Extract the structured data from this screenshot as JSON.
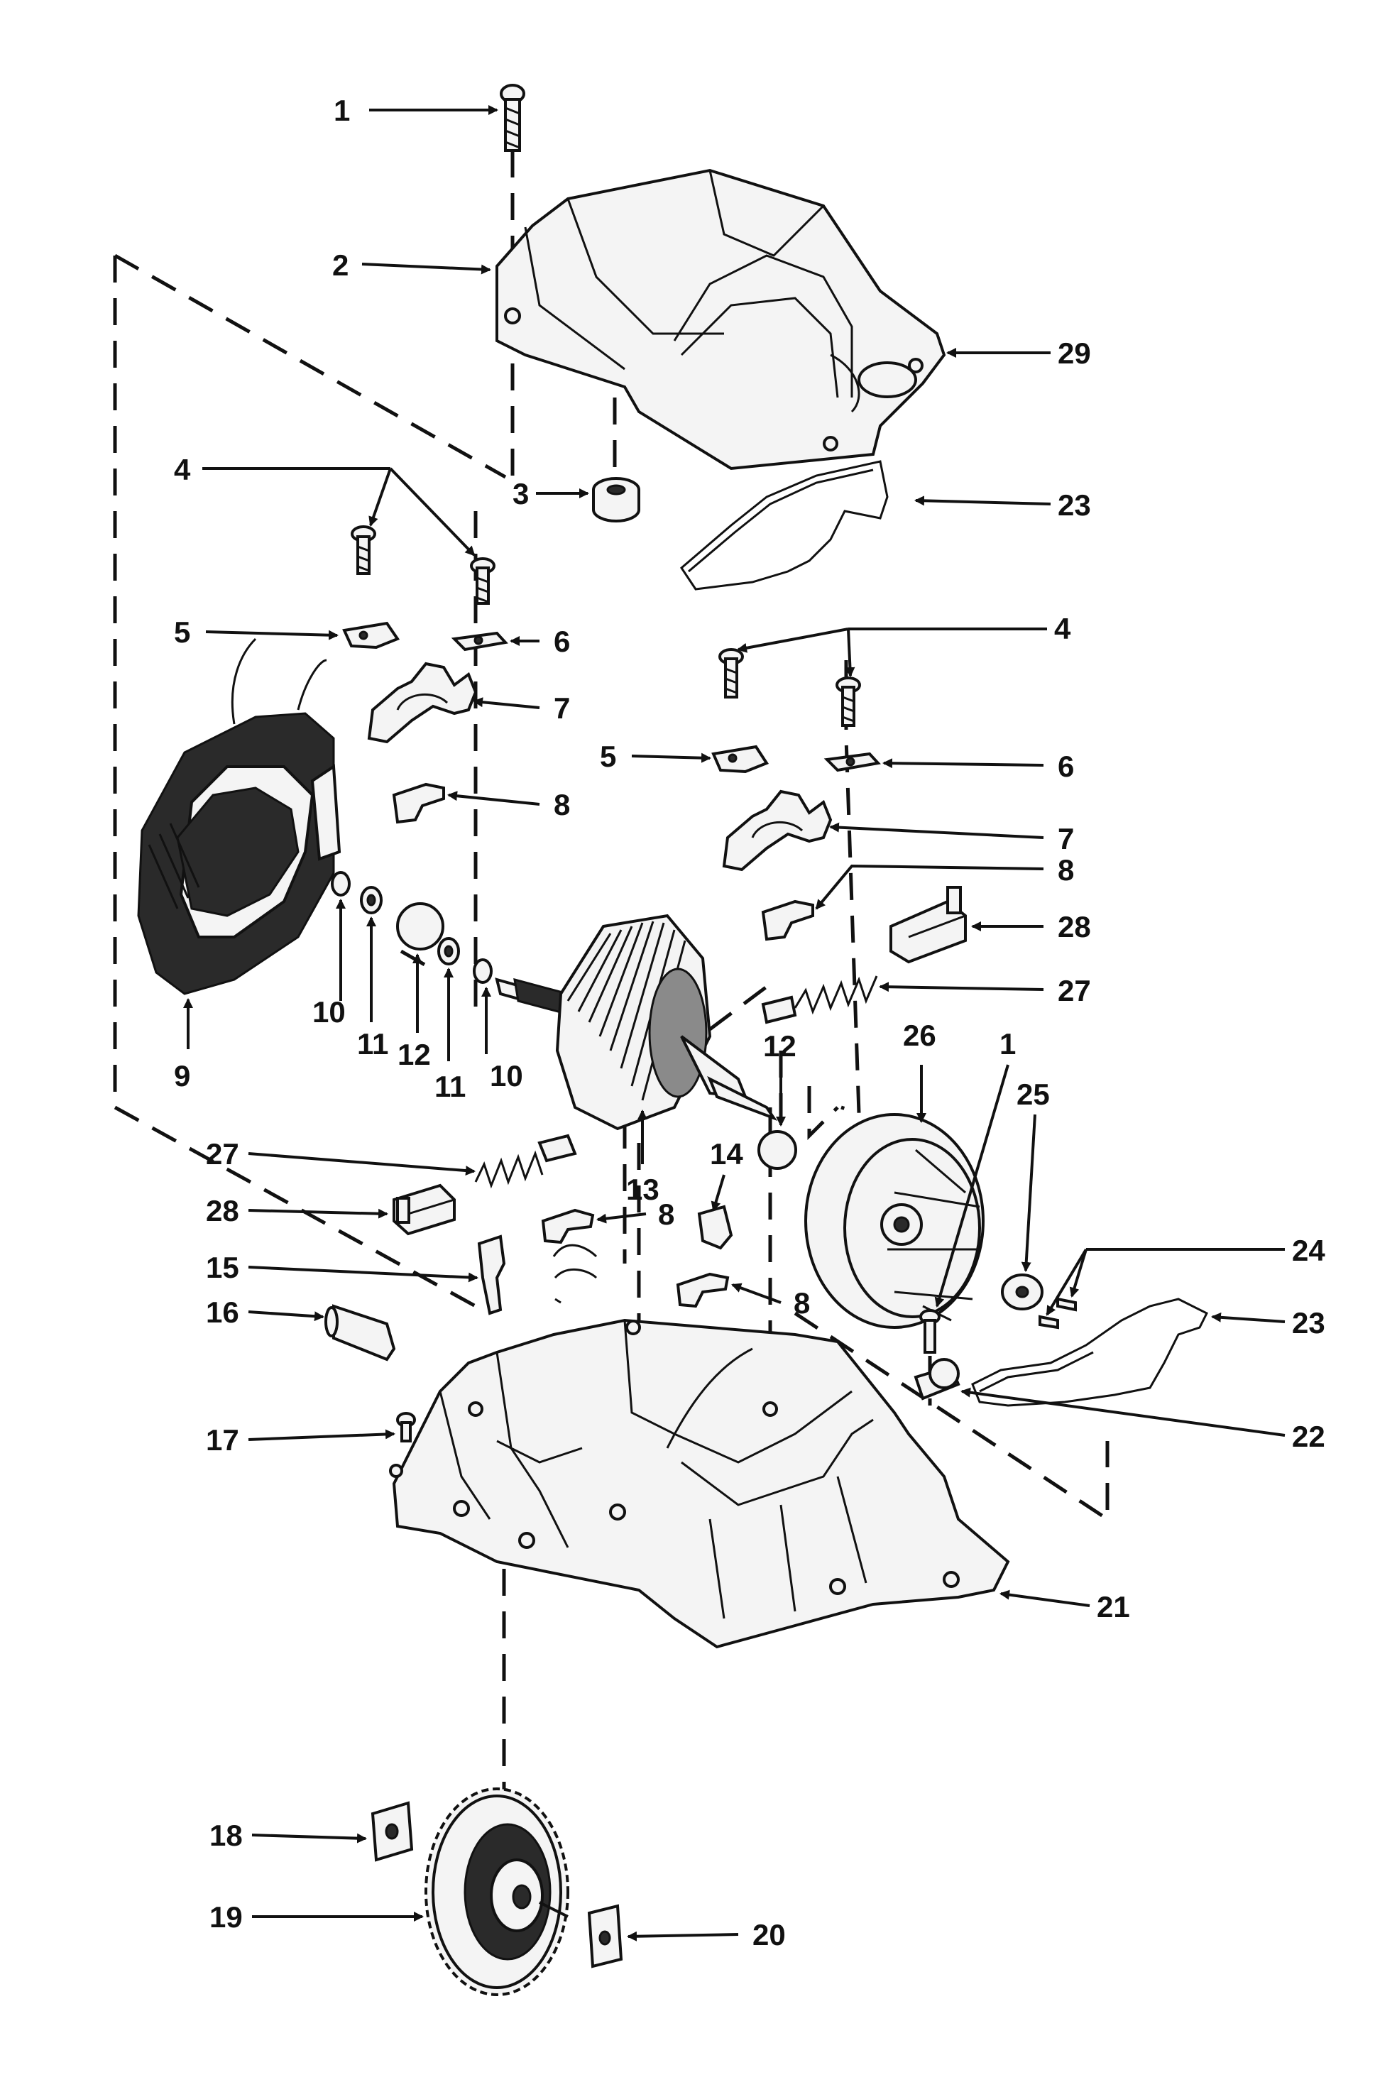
{
  "callouts": [
    {
      "id": "c1a",
      "text": "1"
    },
    {
      "id": "c2",
      "text": "2"
    },
    {
      "id": "c29",
      "text": "29"
    },
    {
      "id": "c3",
      "text": "3"
    },
    {
      "id": "c23a",
      "text": "23"
    },
    {
      "id": "c4a",
      "text": "4"
    },
    {
      "id": "c5a",
      "text": "5"
    },
    {
      "id": "c6a",
      "text": "6"
    },
    {
      "id": "c7a",
      "text": "7"
    },
    {
      "id": "c8a",
      "text": "8"
    },
    {
      "id": "c4b",
      "text": "4"
    },
    {
      "id": "c5b",
      "text": "5"
    },
    {
      "id": "c6b",
      "text": "6"
    },
    {
      "id": "c7b",
      "text": "7"
    },
    {
      "id": "c8b",
      "text": "8"
    },
    {
      "id": "c28a",
      "text": "28"
    },
    {
      "id": "c27a",
      "text": "27"
    },
    {
      "id": "c9",
      "text": "9"
    },
    {
      "id": "c10a",
      "text": "10"
    },
    {
      "id": "c11a",
      "text": "11"
    },
    {
      "id": "c12a",
      "text": "12"
    },
    {
      "id": "c11b",
      "text": "11"
    },
    {
      "id": "c10b",
      "text": "10"
    },
    {
      "id": "c12b",
      "text": "12"
    },
    {
      "id": "c26",
      "text": "26"
    },
    {
      "id": "c1b",
      "text": "1"
    },
    {
      "id": "c25",
      "text": "25"
    },
    {
      "id": "c13",
      "text": "13"
    },
    {
      "id": "c14",
      "text": "14"
    },
    {
      "id": "c27b",
      "text": "27"
    },
    {
      "id": "c28b",
      "text": "28"
    },
    {
      "id": "c8c",
      "text": "8"
    },
    {
      "id": "c15",
      "text": "15"
    },
    {
      "id": "c24",
      "text": "24"
    },
    {
      "id": "c8d",
      "text": "8"
    },
    {
      "id": "c16",
      "text": "16"
    },
    {
      "id": "c23b",
      "text": "23"
    },
    {
      "id": "c17",
      "text": "17"
    },
    {
      "id": "c22",
      "text": "22"
    },
    {
      "id": "c21",
      "text": "21"
    },
    {
      "id": "c18",
      "text": "18"
    },
    {
      "id": "c19",
      "text": "19"
    },
    {
      "id": "c20",
      "text": "20"
    }
  ]
}
